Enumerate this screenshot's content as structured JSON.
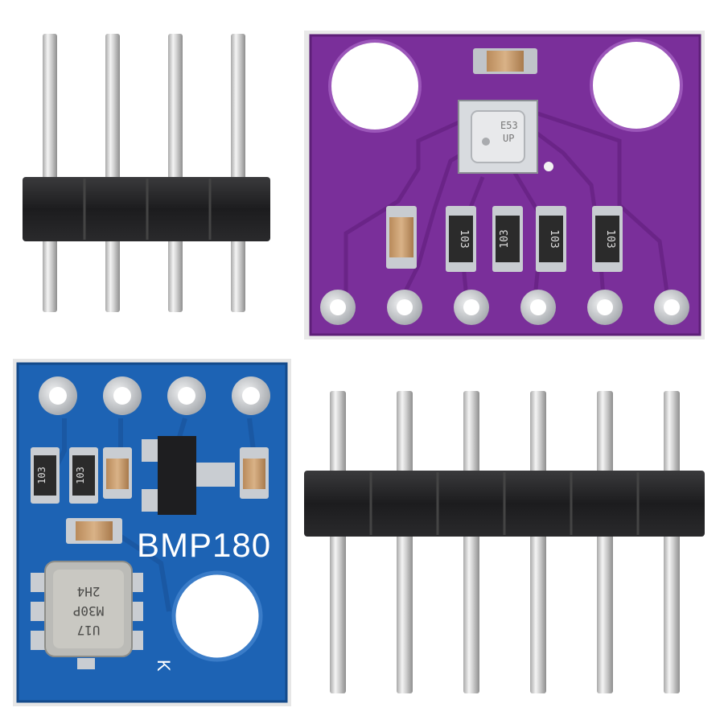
{
  "photo": {
    "board_blue": {
      "model_label": "BMP180",
      "corner_mark": "K",
      "resistor_marks": [
        "103",
        "103"
      ],
      "sensor_marks": [
        "U17",
        "M30P",
        "2H4"
      ],
      "color": "#1d63b4",
      "pin_count": 4
    },
    "board_purple": {
      "resistor_marks": [
        "103",
        "103",
        "103",
        "103"
      ],
      "sensor_marks": [
        "E53",
        "UP"
      ],
      "color": "#7a2f9a",
      "pin_count": 6
    },
    "header_small": {
      "pin_count": 4
    },
    "header_large": {
      "pin_count": 6
    },
    "colors": {
      "background": "#ffffff",
      "pin_metal": "#d6d6d6",
      "header_plastic": "#1c1c1e",
      "pad_silver": "#cfd2d6"
    }
  }
}
